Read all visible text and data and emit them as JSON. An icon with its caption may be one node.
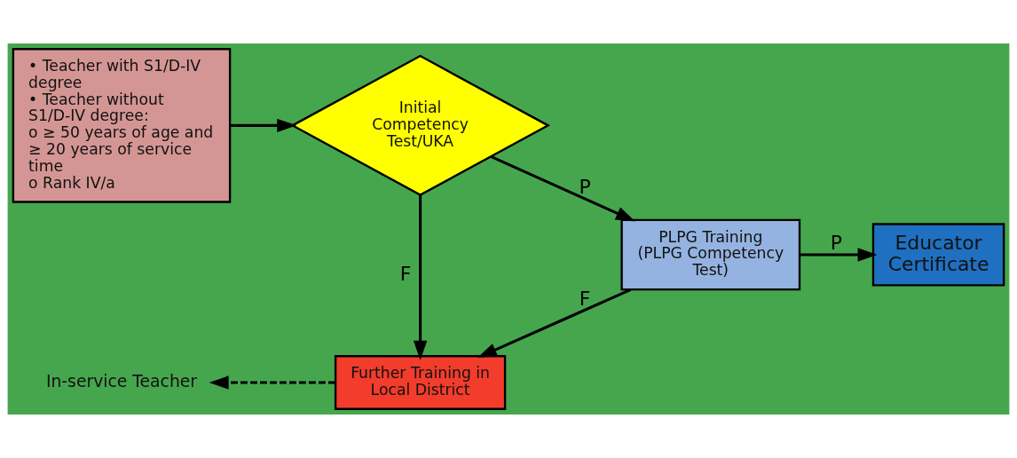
{
  "diagram": {
    "nodes": [
      {
        "text": [
          "• Teacher with S1/D-IV degree",
          "• Teacher without S1/D-IV degree:",
          "o ≥ 50 years of age and ≥ 20 years of service time",
          "o Rank IV/a"
        ]
      },
      {
        "text": [
          "Initial Competency Test/UKA"
        ]
      },
      {
        "text": [
          "PLPG Training (PLPG Competency Test)"
        ]
      },
      {
        "text": [
          "Educator Certificate"
        ]
      },
      {
        "text": [
          "Further Training in Local District"
        ]
      },
      {
        "text": [
          "In-service Teacher"
        ]
      }
    ],
    "edges": [
      {
        "from": 0,
        "to": 1,
        "arrow": "to"
      },
      {
        "from": 1,
        "to": 2,
        "arrow": "to",
        "label": "P"
      },
      {
        "from": 2,
        "to": 3,
        "arrow": "to",
        "label": "P"
      },
      {
        "from": 1,
        "to": 4,
        "arrow": "to",
        "label": "F"
      },
      {
        "from": 2,
        "to": 4,
        "arrow": "to",
        "label": "F"
      },
      {
        "from": 4,
        "to": 5,
        "arrow": "to",
        "style": "dashed"
      }
    ]
  }
}
